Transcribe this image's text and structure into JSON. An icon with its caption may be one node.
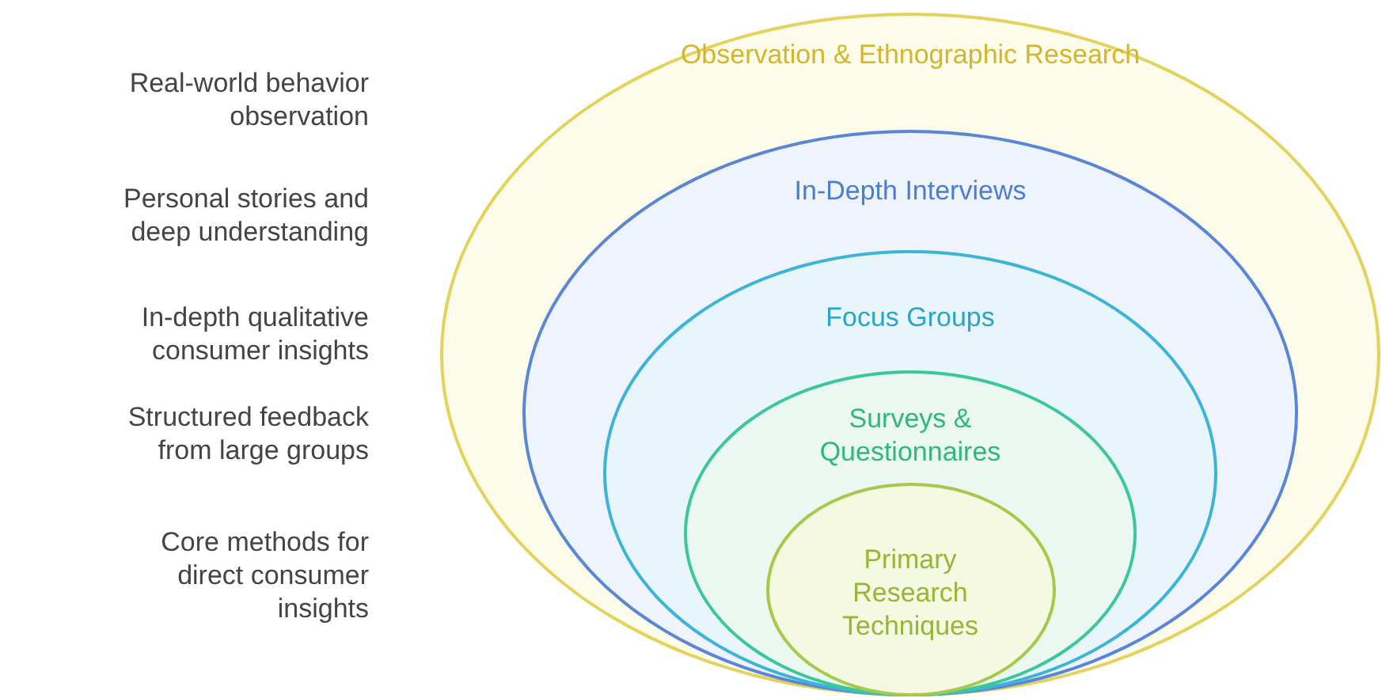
{
  "diagram": {
    "nodes": [
      {
        "text": [
          "Observation & Ethnographic Research"
        ]
      },
      {
        "text": [
          "In-Depth Interviews"
        ],
        "in": 0
      },
      {
        "text": [
          "Focus Groups"
        ],
        "in": 1
      },
      {
        "text": [
          "Surveys & Questionnaires"
        ],
        "in": 2
      },
      {
        "text": [
          "Primary Research Techniques"
        ],
        "in": 3
      }
    ],
    "labels": [
      "Real-world behavior observation",
      "Personal stories and deep understanding",
      "In-depth qualitative consumer insights",
      "Structured feedback from large groups",
      "Core methods for direct consumer insights"
    ]
  }
}
